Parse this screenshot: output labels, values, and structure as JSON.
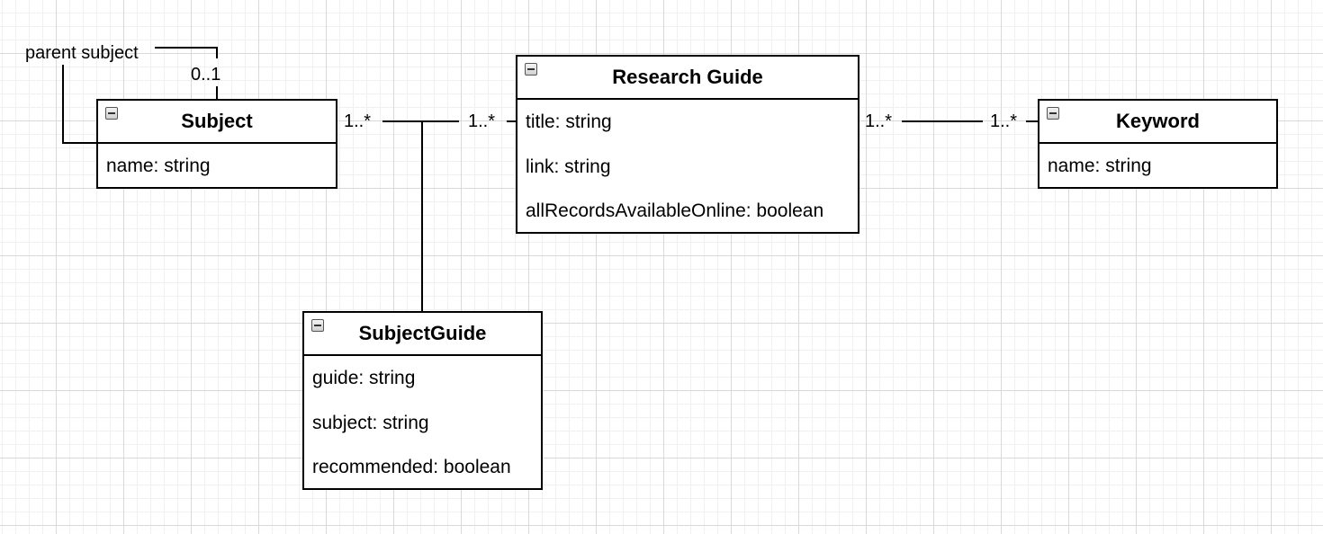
{
  "classes": {
    "subject": {
      "name": "Subject",
      "attributes": [
        "name: string"
      ]
    },
    "research_guide": {
      "name": "Research Guide",
      "attributes": [
        "title: string",
        "link: string",
        "allRecordsAvailableOnline: boolean"
      ]
    },
    "keyword": {
      "name": "Keyword",
      "attributes": [
        "name: string"
      ]
    },
    "subject_guide": {
      "name": "SubjectGuide",
      "attributes": [
        "guide: string",
        "subject: string",
        "recommended: boolean"
      ]
    }
  },
  "associations": {
    "parent_subject": {
      "role": "parent subject",
      "multiplicity": "0..1"
    },
    "subject_research_guide": {
      "subject_end": "1..*",
      "guide_end": "1..*"
    },
    "research_guide_keyword": {
      "guide_end": "1..*",
      "keyword_end": "1..*"
    }
  },
  "colors": {
    "line": "#000000",
    "grid_major": "#d9d9d9",
    "grid_minor": "#f0f0f0",
    "background": "#ffffff"
  },
  "icons": {
    "class_collapse": "minus-box-icon"
  }
}
